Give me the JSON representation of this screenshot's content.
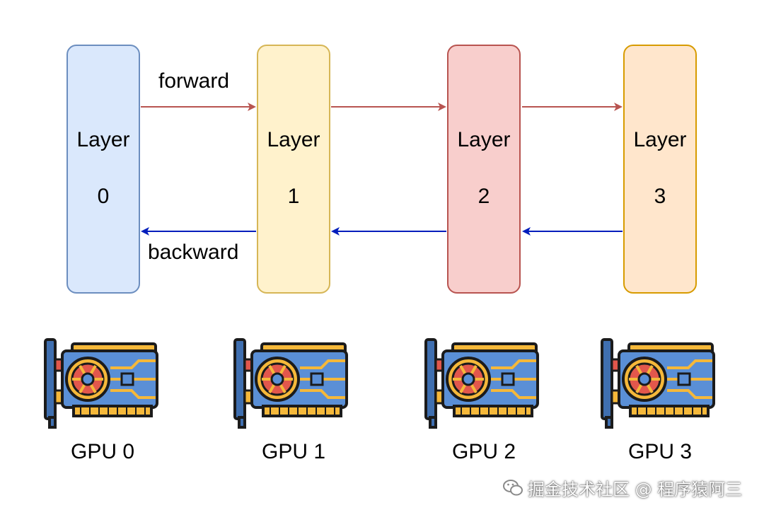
{
  "diagram": {
    "layers": [
      {
        "title": "Layer",
        "index": "0",
        "fill": "#dae8fc",
        "stroke": "#6c8ebf"
      },
      {
        "title": "Layer",
        "index": "1",
        "fill": "#fff2cc",
        "stroke": "#d6b656"
      },
      {
        "title": "Layer",
        "index": "2",
        "fill": "#f8cecc",
        "stroke": "#b85450"
      },
      {
        "title": "Layer",
        "index": "3",
        "fill": "#ffe6cc",
        "stroke": "#d79b00"
      }
    ],
    "forward_label": "forward",
    "backward_label": "backward",
    "forward_color": "#b85450",
    "backward_color": "#001dbc",
    "gpus": [
      {
        "label": "GPU 0",
        "icon": "gpu-card-icon"
      },
      {
        "label": "GPU 1",
        "icon": "gpu-card-icon"
      },
      {
        "label": "GPU 2",
        "icon": "gpu-card-icon"
      },
      {
        "label": "GPU 3",
        "icon": "gpu-card-icon"
      }
    ]
  },
  "watermark": {
    "text": "掘金技术社区 @ 程序猿阿三",
    "icon": "wechat-icon"
  }
}
